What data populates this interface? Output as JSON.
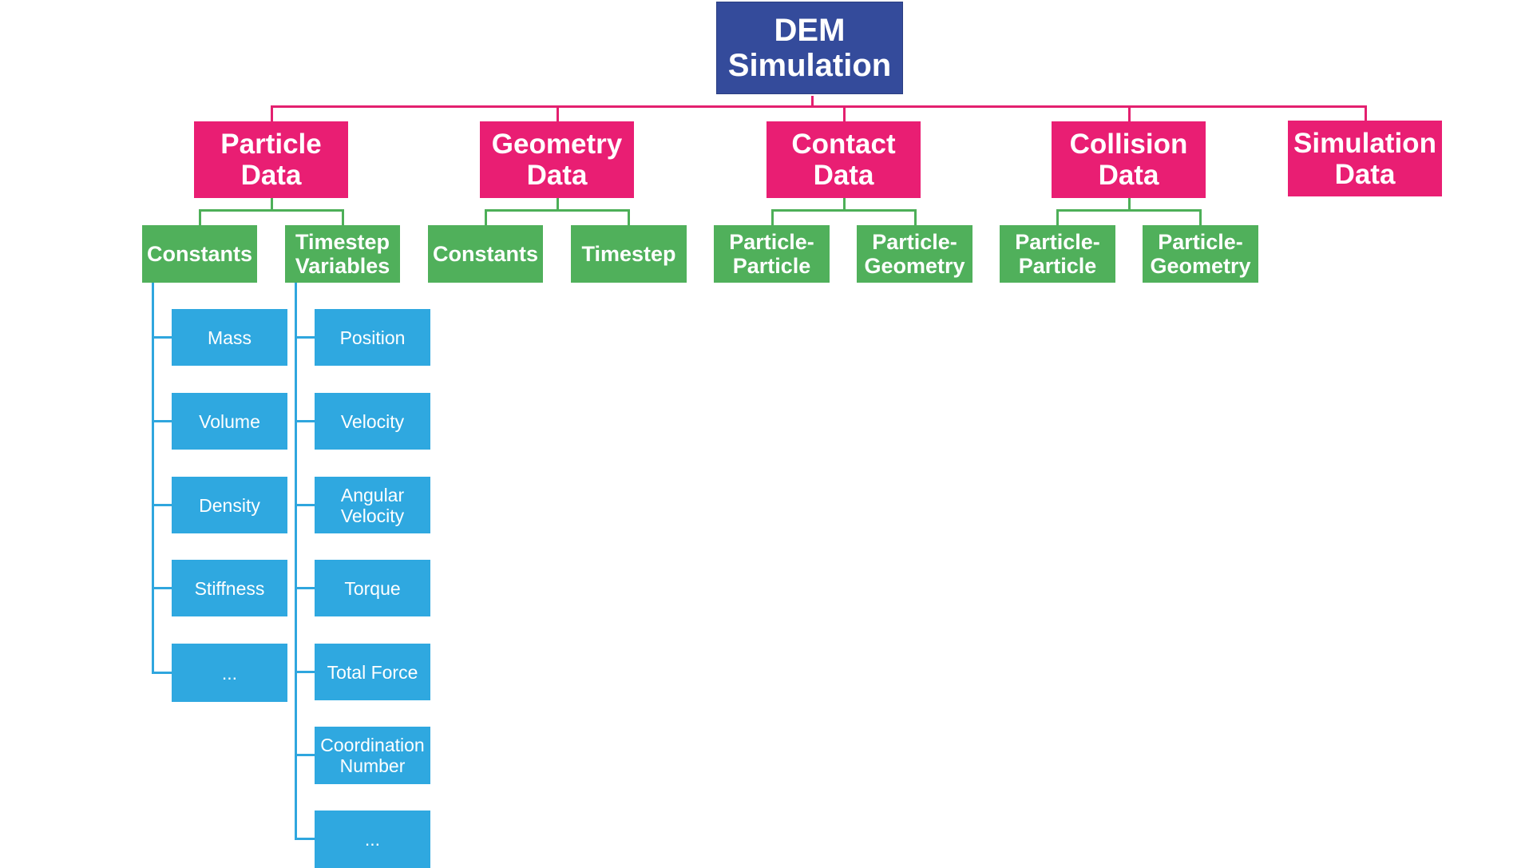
{
  "diagram": {
    "root": {
      "label": "DEM\nSimulation"
    },
    "categories": [
      {
        "label": "Particle\nData"
      },
      {
        "label": "Geometry\nData"
      },
      {
        "label": "Contact\nData"
      },
      {
        "label": "Collision\nData"
      },
      {
        "label": "Simulation\nData"
      }
    ],
    "subcategories": [
      {
        "label": "Constants"
      },
      {
        "label": "Timestep\nVariables"
      },
      {
        "label": "Constants"
      },
      {
        "label": "Timestep"
      },
      {
        "label": "Particle-\nParticle"
      },
      {
        "label": "Particle-\nGeometry"
      },
      {
        "label": "Particle-\nParticle"
      },
      {
        "label": "Particle-\nGeometry"
      }
    ],
    "constants_items": [
      {
        "label": "Mass"
      },
      {
        "label": "Volume"
      },
      {
        "label": "Density"
      },
      {
        "label": "Stiffness"
      },
      {
        "label": "..."
      }
    ],
    "timestep_variables_items": [
      {
        "label": "Position"
      },
      {
        "label": "Velocity"
      },
      {
        "label": "Angular\nVelocity"
      },
      {
        "label": "Torque"
      },
      {
        "label": "Total Force"
      },
      {
        "label": "Coordination\nNumber"
      },
      {
        "label": "..."
      }
    ]
  }
}
